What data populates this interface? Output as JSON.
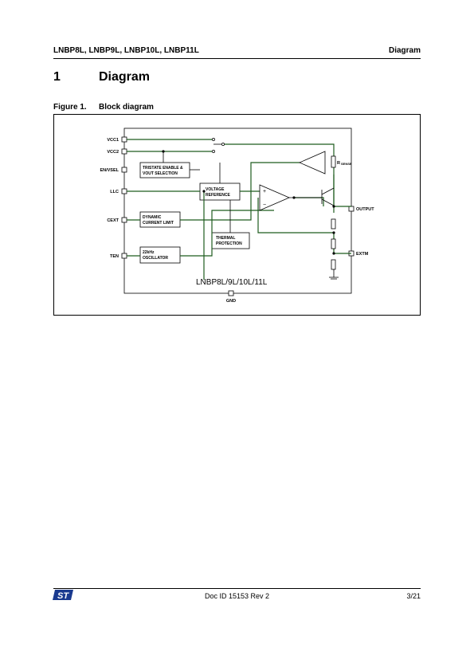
{
  "header": {
    "parts": "LNBP8L, LNBP9L, LNBP10L, LNBP11L",
    "section": "Diagram"
  },
  "section": {
    "number": "1",
    "title": "Diagram"
  },
  "figure": {
    "number": "Figure 1.",
    "title": "Block diagram",
    "pins": {
      "vcc1": "VCC1",
      "vcc2": "VCC2",
      "en_vsel": "EN/VSEL",
      "llc": "LLC",
      "cext": "CEXT",
      "ten": "TEN",
      "output": "OUTPUT",
      "extm": "EXTM",
      "gnd": "GND"
    },
    "blocks": {
      "tristate_1": "TRISTATE ENABLE &",
      "tristate_2": "VOUT SELECTION",
      "vref_1": "VOLTAGE",
      "vref_2": "REFERENCE",
      "dyn_1": "DYNAMIC",
      "dyn_2": "CURRENT LIMIT",
      "thermal_1": "THERMAL",
      "thermal_2": "PROTECTION",
      "osc_1": "22kHz",
      "osc_2": "OSCILLATOR"
    },
    "rsense": "R",
    "rsense_sub": "SENSE",
    "plus": "+",
    "minus": "−",
    "chip_label": "LNBP8L/9L/10L/11L"
  },
  "footer": {
    "doc_id": "Doc ID 15153 Rev 2",
    "page": "3/21"
  },
  "colors": {
    "trace": "#1f5c1f",
    "line": "#000000"
  }
}
